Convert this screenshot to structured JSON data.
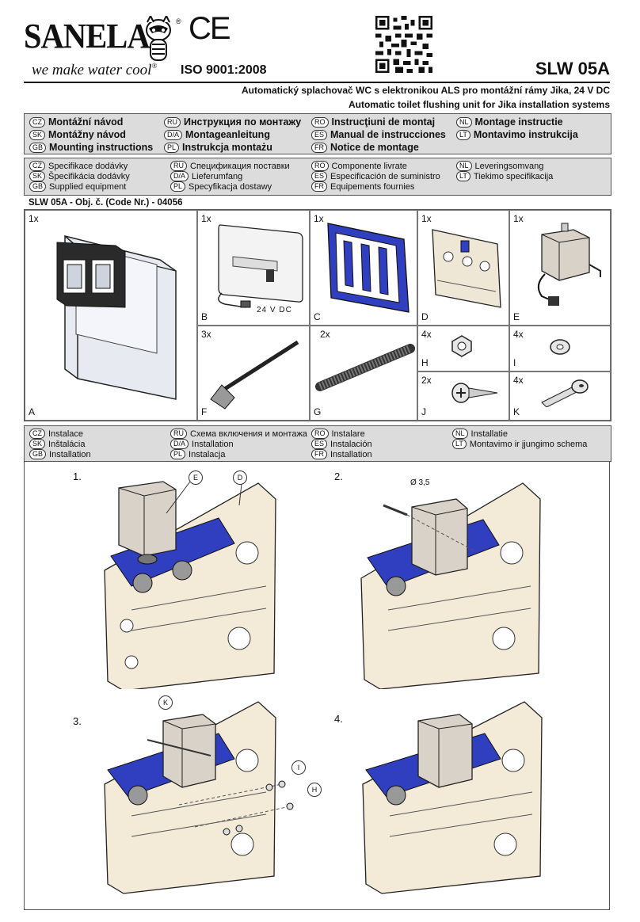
{
  "brand": {
    "name": "SANELA",
    "slogan": "we make water cool",
    "ce": "CE",
    "iso": "ISO 9001:2008"
  },
  "model": "SLW 05A",
  "subtitles": [
    "Automatický splachovač WC s elektronikou ALS pro montážní rámy Jika, 24 V DC",
    "Automatic toilet flushing unit for Jika installation systems"
  ],
  "manual_langs": [
    {
      "code": "CZ",
      "text": "Montážní návod"
    },
    {
      "code": "SK",
      "text": "Montážny návod"
    },
    {
      "code": "GB",
      "text": "Mounting instructions"
    },
    {
      "code": "RU",
      "text": "Инструкция по монтажу"
    },
    {
      "code": "D/A",
      "text": "Montageanleitung"
    },
    {
      "code": "PL",
      "text": "Instrukcja montażu"
    },
    {
      "code": "RO",
      "text": "Instrucţiuni de montaj"
    },
    {
      "code": "ES",
      "text": "Manual de instrucciones"
    },
    {
      "code": "FR",
      "text": "Notice de montage"
    },
    {
      "code": "NL",
      "text": "Montage instructie"
    },
    {
      "code": "LT",
      "text": "Montavimo instrukcija"
    }
  ],
  "spec_langs": [
    {
      "code": "CZ",
      "text": "Specifikace dodávky"
    },
    {
      "code": "SK",
      "text": "Špecifikácia dodávky"
    },
    {
      "code": "GB",
      "text": "Supplied equipment"
    },
    {
      "code": "RU",
      "text": "Спецификация поставки"
    },
    {
      "code": "D/A",
      "text": "Lieferumfang"
    },
    {
      "code": "PL",
      "text": "Specyfikacja dostawy"
    },
    {
      "code": "RO",
      "text": "Componente livrate"
    },
    {
      "code": "ES",
      "text": "Especificación de suministro"
    },
    {
      "code": "FR",
      "text": "Equipements fournies"
    },
    {
      "code": "NL",
      "text": "Leveringsomvang"
    },
    {
      "code": "LT",
      "text": "Tiekimo specifikacija"
    }
  ],
  "object_line": "SLW 05A - Obj. č. (Code Nr.) - 04056",
  "parts": [
    {
      "qty": "1x",
      "letter": "A"
    },
    {
      "qty": "1x",
      "letter": "B",
      "note": "24 V DC"
    },
    {
      "qty": "1x",
      "letter": "C"
    },
    {
      "qty": "1x",
      "letter": "D"
    },
    {
      "qty": "1x",
      "letter": "E"
    },
    {
      "qty": "3x",
      "letter": "F"
    },
    {
      "qty": "2x",
      "letter": "G"
    },
    {
      "qty": "4x",
      "letter": "H"
    },
    {
      "qty": "4x",
      "letter": "I"
    },
    {
      "qty": "2x",
      "letter": "J"
    },
    {
      "qty": "4x",
      "letter": "K"
    }
  ],
  "install_langs": [
    {
      "code": "CZ",
      "text": "Instalace"
    },
    {
      "code": "SK",
      "text": "Inštalácia"
    },
    {
      "code": "GB",
      "text": "Installation"
    },
    {
      "code": "RU",
      "text": "Схема включения и монтажа"
    },
    {
      "code": "D/A",
      "text": "Installation"
    },
    {
      "code": "PL",
      "text": "Instalacja"
    },
    {
      "code": "RO",
      "text": "Instalare"
    },
    {
      "code": "ES",
      "text": "Instalación"
    },
    {
      "code": "FR",
      "text": "Installation"
    },
    {
      "code": "NL",
      "text": "Installatie"
    },
    {
      "code": "LT",
      "text": "Montavimo ir įjungimo schema"
    }
  ],
  "steps": [
    "1.",
    "2.",
    "3.",
    "4."
  ],
  "callouts": {
    "step1": [
      "E",
      "D"
    ],
    "step2_drill": "Ø 3,5",
    "step3": [
      "K",
      "I",
      "H"
    ]
  },
  "colors": {
    "accent_blue": "#2f3fbf",
    "frame_beige": "#f3ead8",
    "box_grey": "#cfcac2",
    "header_grey": "#dcdcdc"
  }
}
